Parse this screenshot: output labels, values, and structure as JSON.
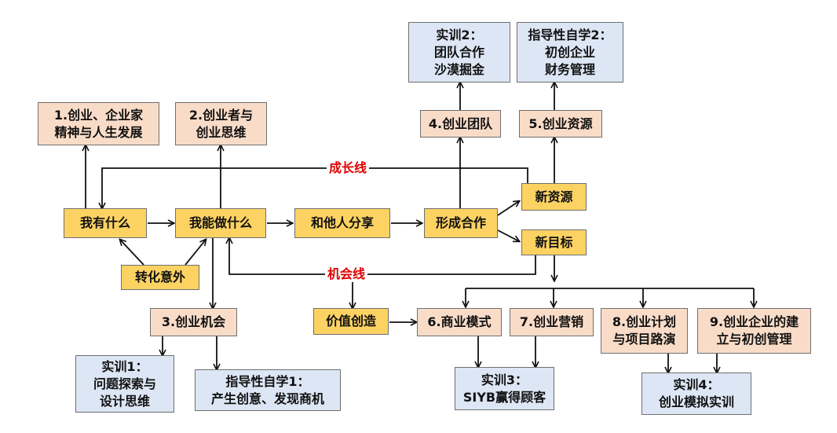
{
  "nodes": {
    "n1": [
      "1.创业、企业家",
      "精神与人生发展"
    ],
    "n2": [
      "2.创业者与",
      "创业思维"
    ],
    "n3": [
      "3.创业机会"
    ],
    "n4": [
      "4.创业团队"
    ],
    "n5": [
      "5.创业资源"
    ],
    "n6": [
      "6.商业模式"
    ],
    "n7": [
      "7.创业营销"
    ],
    "n8": [
      "8.创业计划",
      "与项目路演"
    ],
    "n9": [
      "9.创业企业的建",
      "立与初创管理"
    ],
    "have": [
      "我有什么"
    ],
    "cando": [
      "我能做什么"
    ],
    "share": [
      "和他人分享"
    ],
    "cooperate": [
      "形成合作"
    ],
    "newres": [
      "新资源"
    ],
    "newgoal": [
      "新目标"
    ],
    "transform": [
      "转化意外"
    ],
    "value": [
      "价值创造"
    ],
    "t1": [
      "实训1：",
      "问题探索与",
      "设计思维"
    ],
    "t2": [
      "实训2：",
      "团队合作",
      "沙漠掘金"
    ],
    "t3": [
      "实训3：",
      "SIYB赢得顾客"
    ],
    "t4": [
      "实训4：",
      "创业模拟实训"
    ],
    "s1": [
      "指导性自学1：",
      "产生创意、发现商机"
    ],
    "s2": [
      "指导性自学2：",
      "初创企业",
      "财务管理"
    ]
  },
  "labels": {
    "growth_line": "成长线",
    "opportunity_line": "机会线"
  },
  "colors": {
    "course_fill": "#f9dcc8",
    "process_fill": "#fcd263",
    "practice_fill": "#dce6f4",
    "label_red": "#e00000"
  }
}
